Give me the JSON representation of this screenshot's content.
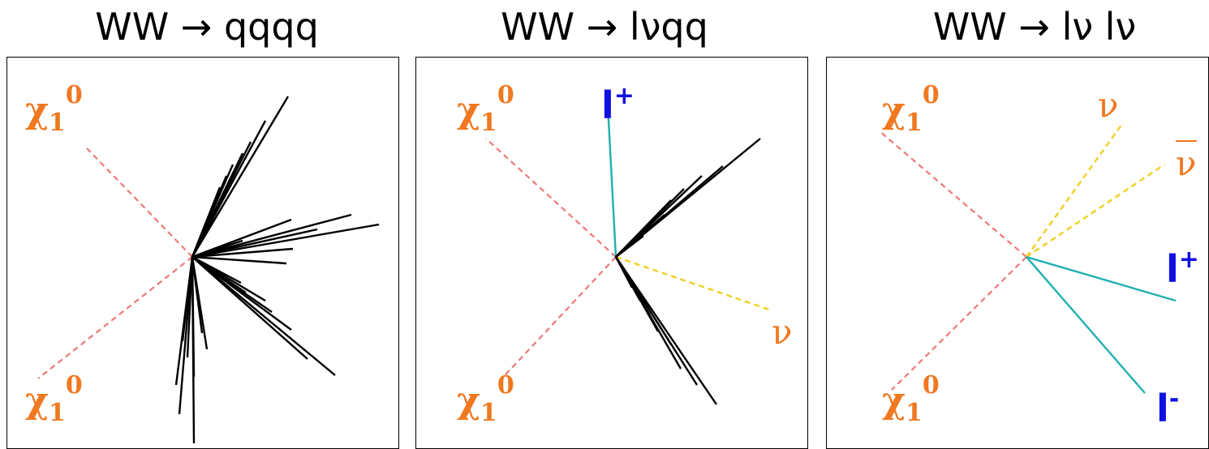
{
  "panels": [
    {
      "title": "WW → qqqq"
    },
    {
      "title": "WW → lνqq"
    },
    {
      "title": "WW → lν lν"
    }
  ],
  "labels": {
    "chi": "χ",
    "chi_sub": "1",
    "chi_sup": "0",
    "nu": "ν",
    "lepton": "l",
    "plus": "+",
    "minus": "-"
  },
  "colors": {
    "neutralino_line": "#f07878",
    "neutrino_line": "#f0d020",
    "lepton_line": "#20b0b0",
    "jet_line": "#000000",
    "label_orange": "#f07820",
    "label_blue": "#1010e0"
  }
}
